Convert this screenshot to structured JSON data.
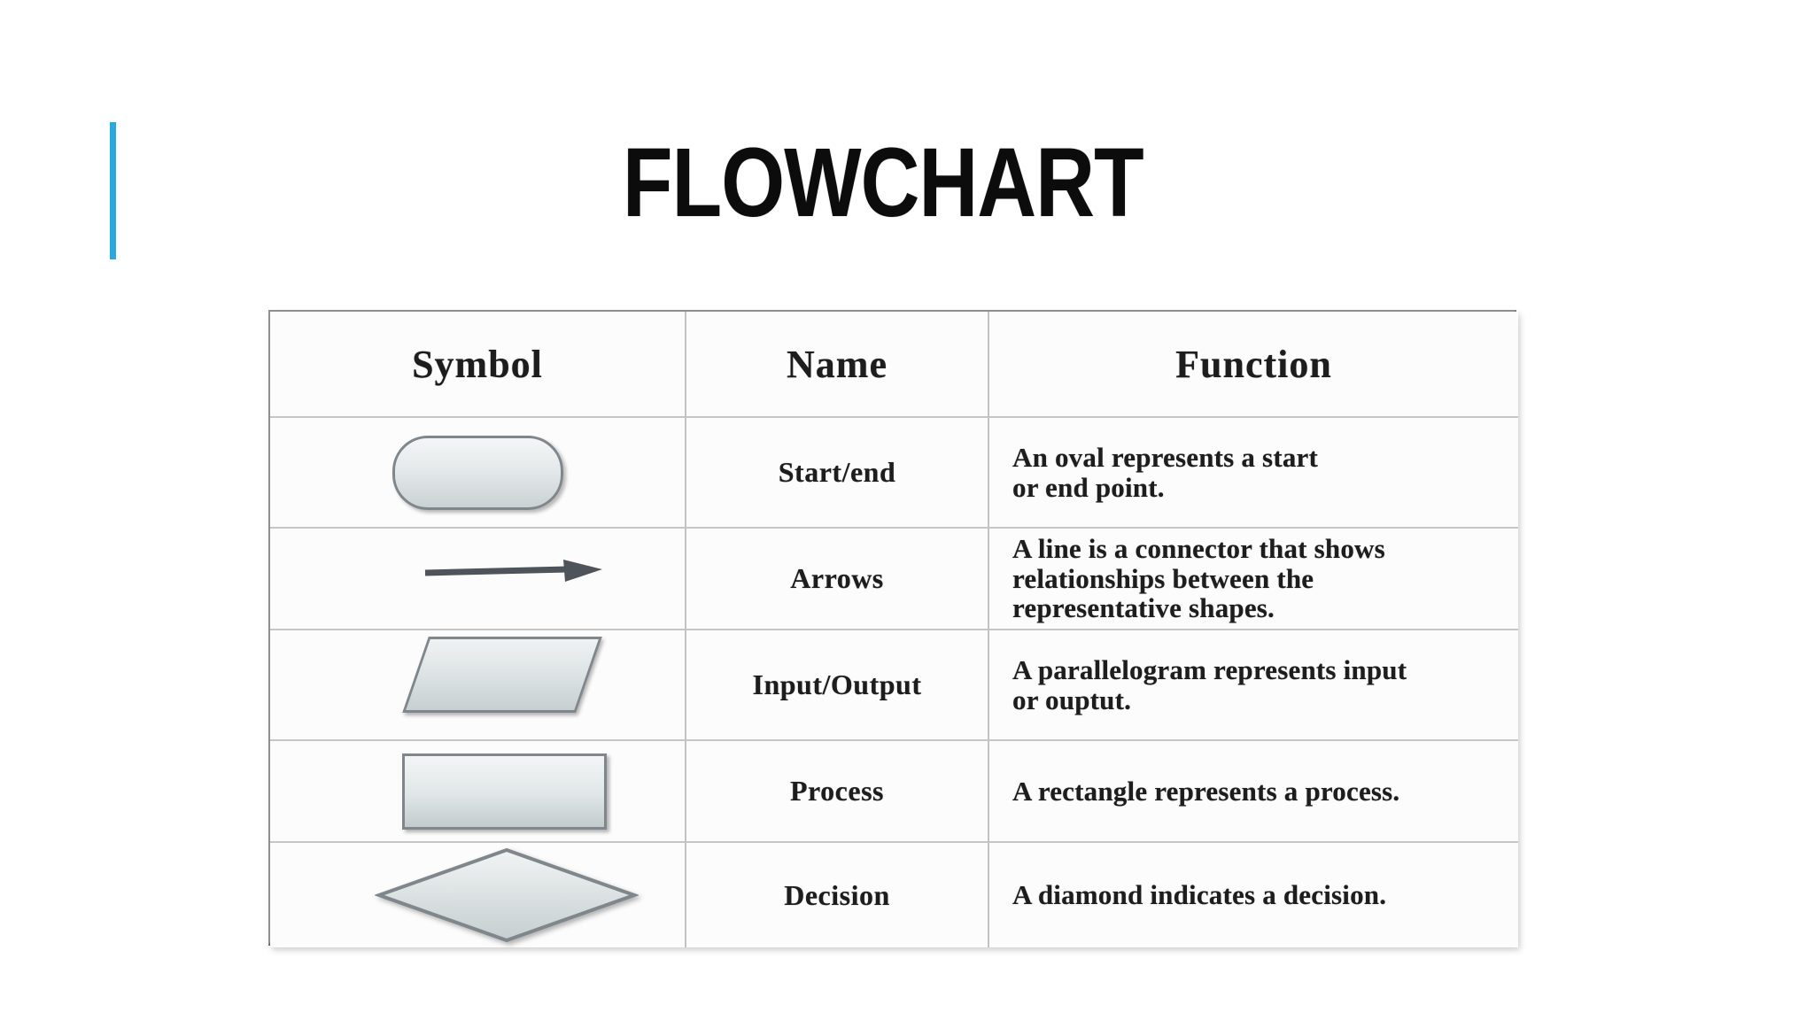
{
  "slide": {
    "title": "FLOWCHART",
    "accent_color": "#29a9dc"
  },
  "table": {
    "headers": [
      "Symbol",
      "Name",
      "Function"
    ],
    "rows": [
      {
        "symbol": "oval",
        "name": "Start/end",
        "function": "An oval represents a start\nor end point."
      },
      {
        "symbol": "arrow",
        "name": "Arrows",
        "function": "A line is a connector that shows\nrelationships between the\nrepresentative shapes."
      },
      {
        "symbol": "parallelogram",
        "name": "Input/Output",
        "function": "A parallelogram represents input\nor ouptut."
      },
      {
        "symbol": "rectangle",
        "name": "Process",
        "function": "A rectangle represents a process."
      },
      {
        "symbol": "diamond",
        "name": "Decision",
        "function": "A diamond indicates a decision."
      }
    ]
  }
}
